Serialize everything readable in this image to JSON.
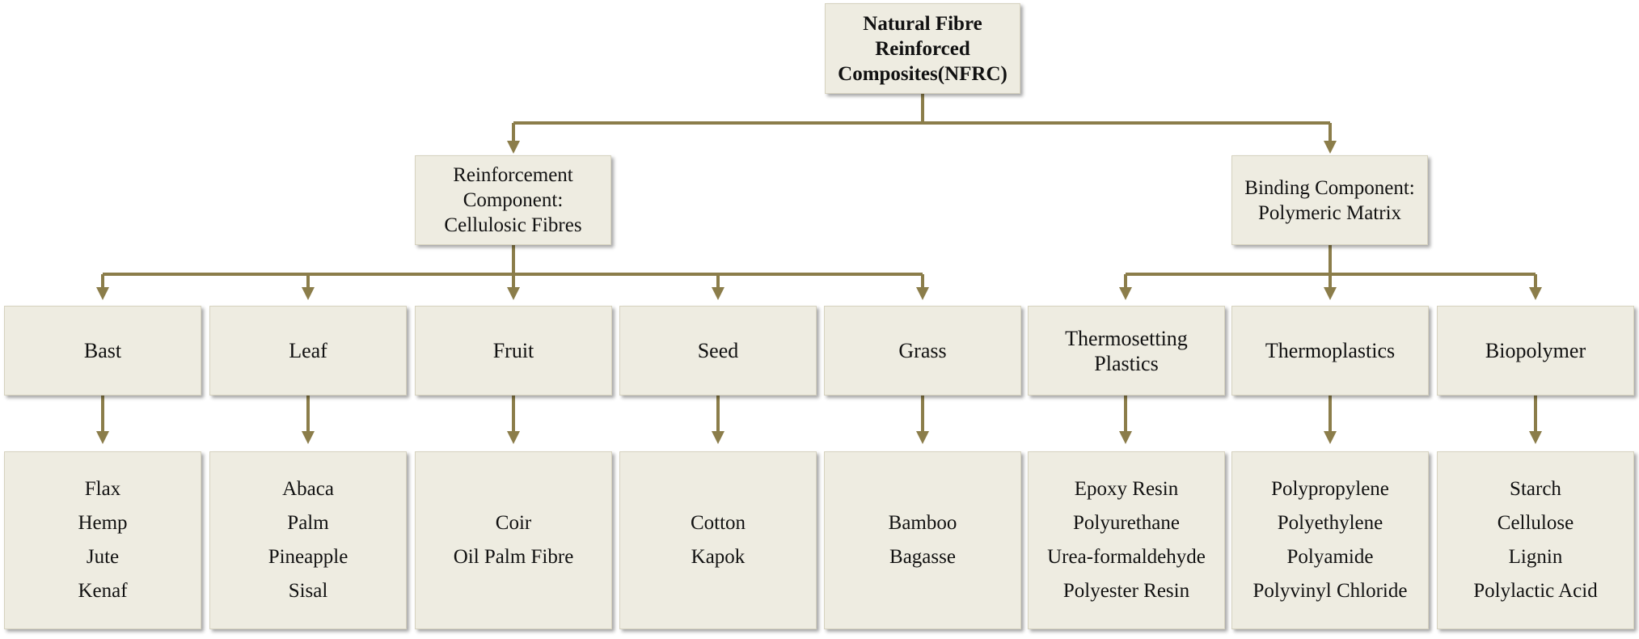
{
  "root": {
    "lines": [
      "Natural Fibre",
      "Reinforced",
      "Composites(NFRC)"
    ]
  },
  "reinforcement": {
    "lines": [
      "Reinforcement",
      "Component:",
      "Cellulosic Fibres"
    ],
    "categories": [
      {
        "label": [
          "Bast"
        ],
        "items": [
          "Flax",
          "Hemp",
          "Jute",
          "Kenaf"
        ]
      },
      {
        "label": [
          "Leaf"
        ],
        "items": [
          "Abaca",
          "Palm",
          "Pineapple",
          "Sisal"
        ]
      },
      {
        "label": [
          "Fruit"
        ],
        "items": [
          "Coir",
          "Oil Palm Fibre"
        ]
      },
      {
        "label": [
          "Seed"
        ],
        "items": [
          "Cotton",
          "Kapok"
        ]
      },
      {
        "label": [
          "Grass"
        ],
        "items": [
          "Bamboo",
          "Bagasse"
        ]
      }
    ]
  },
  "binding": {
    "lines": [
      "Binding Component:",
      "Polymeric Matrix"
    ],
    "categories": [
      {
        "label": [
          "Thermosetting",
          "Plastics"
        ],
        "items": [
          "Epoxy Resin",
          "Polyurethane",
          "Urea-formaldehyde",
          "Polyester Resin"
        ]
      },
      {
        "label": [
          "Thermoplastics"
        ],
        "items": [
          "Polypropylene",
          "Polyethylene",
          "Polyamide",
          "Polyvinyl Chloride"
        ]
      },
      {
        "label": [
          "Biopolymer"
        ],
        "items": [
          "Starch",
          "Cellulose",
          "Lignin",
          "Polylactic Acid"
        ]
      }
    ]
  },
  "colors": {
    "connector": "#8b7d4a",
    "box_fill": "#eeece1"
  }
}
